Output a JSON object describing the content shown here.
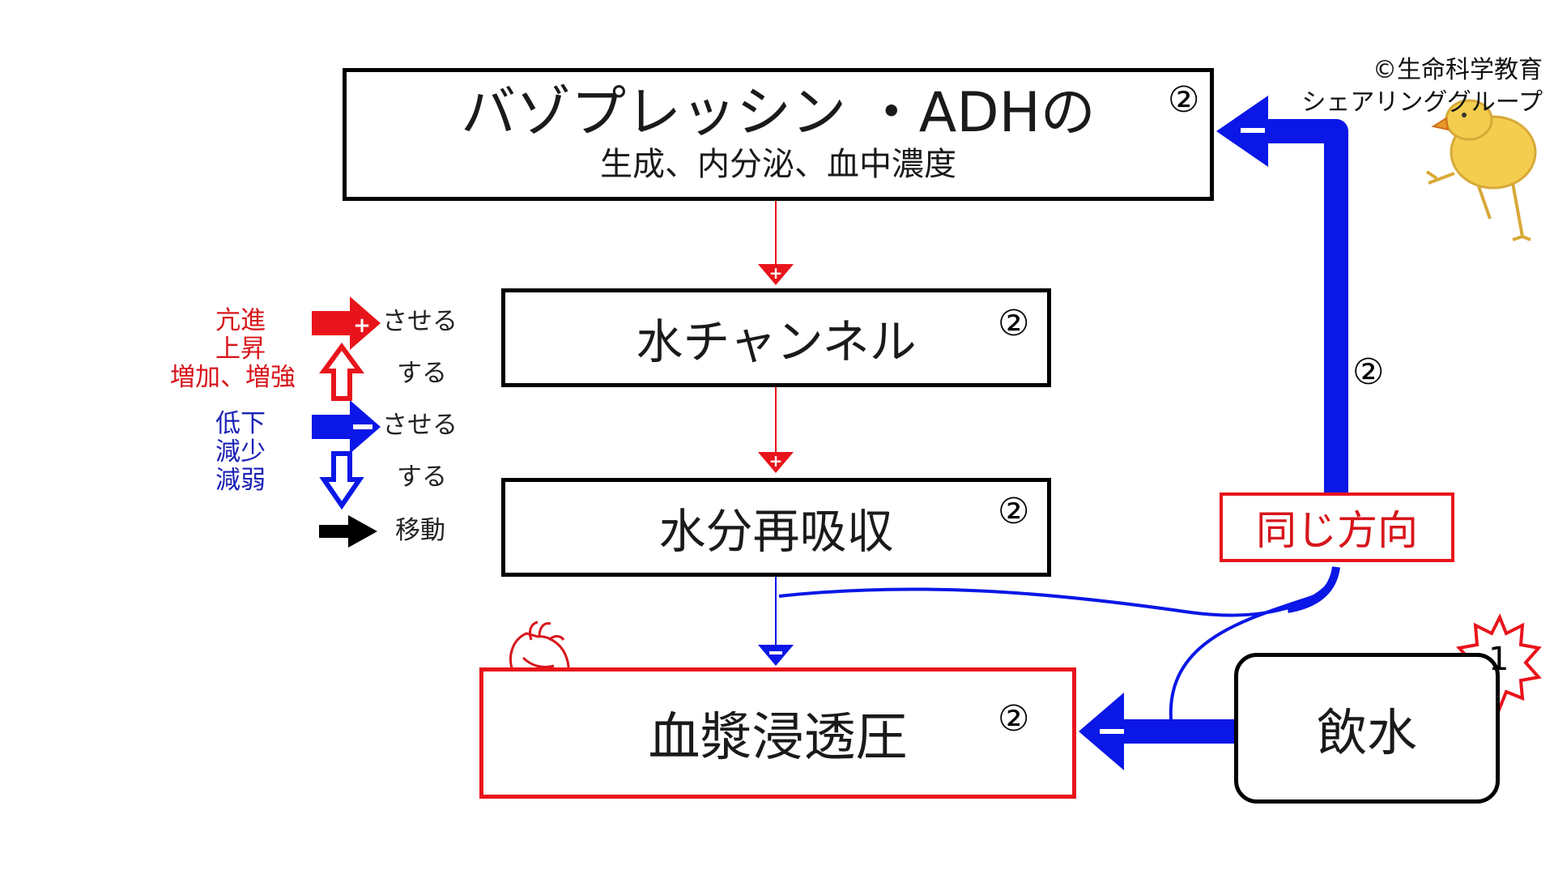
{
  "credit": {
    "line1": "©生命科学教育",
    "line2": "シェアリンググループ"
  },
  "nodes": {
    "vasopressin": {
      "title": "バゾプレッシン ・ADHの",
      "subtitle": "生成、内分泌、血中濃度",
      "step": "②"
    },
    "aquaporin": {
      "label": "水チャンネル",
      "step": "②"
    },
    "reabsorption": {
      "label": "水分再吸収",
      "step": "②"
    },
    "osmotic": {
      "label": "血漿浸透圧",
      "step": "②"
    },
    "drinking": {
      "label": "飲水",
      "step": "1"
    },
    "same_direction": {
      "label": "同じ方向"
    },
    "feedback_step": "②"
  },
  "signs": {
    "plus": "+",
    "minus": "−"
  },
  "legend": {
    "increase_words": [
      "亢進",
      "上昇",
      "増加、増強"
    ],
    "decrease_words": [
      "低下",
      "減少",
      "減弱"
    ],
    "make": "させる",
    "do": "する",
    "move": "移動"
  },
  "colors": {
    "red": "#e8141b",
    "blue": "#0a17e6",
    "black": "#000000"
  },
  "icons": [
    "heart-icon",
    "chick-illustration",
    "starburst-icon"
  ]
}
